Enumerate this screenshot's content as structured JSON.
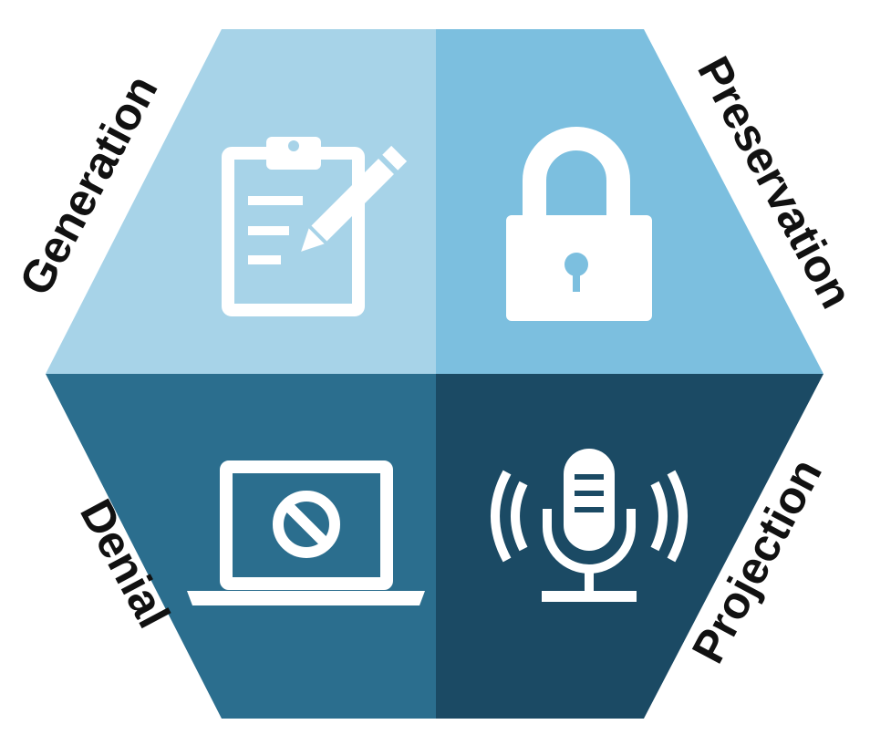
{
  "labels": {
    "top_left": "Generation",
    "top_right": "Preservation",
    "bottom_left": "Denial",
    "bottom_right": "Projection"
  },
  "colors": {
    "top_left": "#a7d3e8",
    "top_right": "#7cbfdf",
    "bottom_left": "#2b6e8e",
    "bottom_right": "#1b4a64",
    "icon": "#ffffff"
  },
  "icons": {
    "top_left": "clipboard-pencil-icon",
    "top_right": "padlock-icon",
    "bottom_left": "laptop-blocked-icon",
    "bottom_right": "microphone-broadcast-icon"
  }
}
